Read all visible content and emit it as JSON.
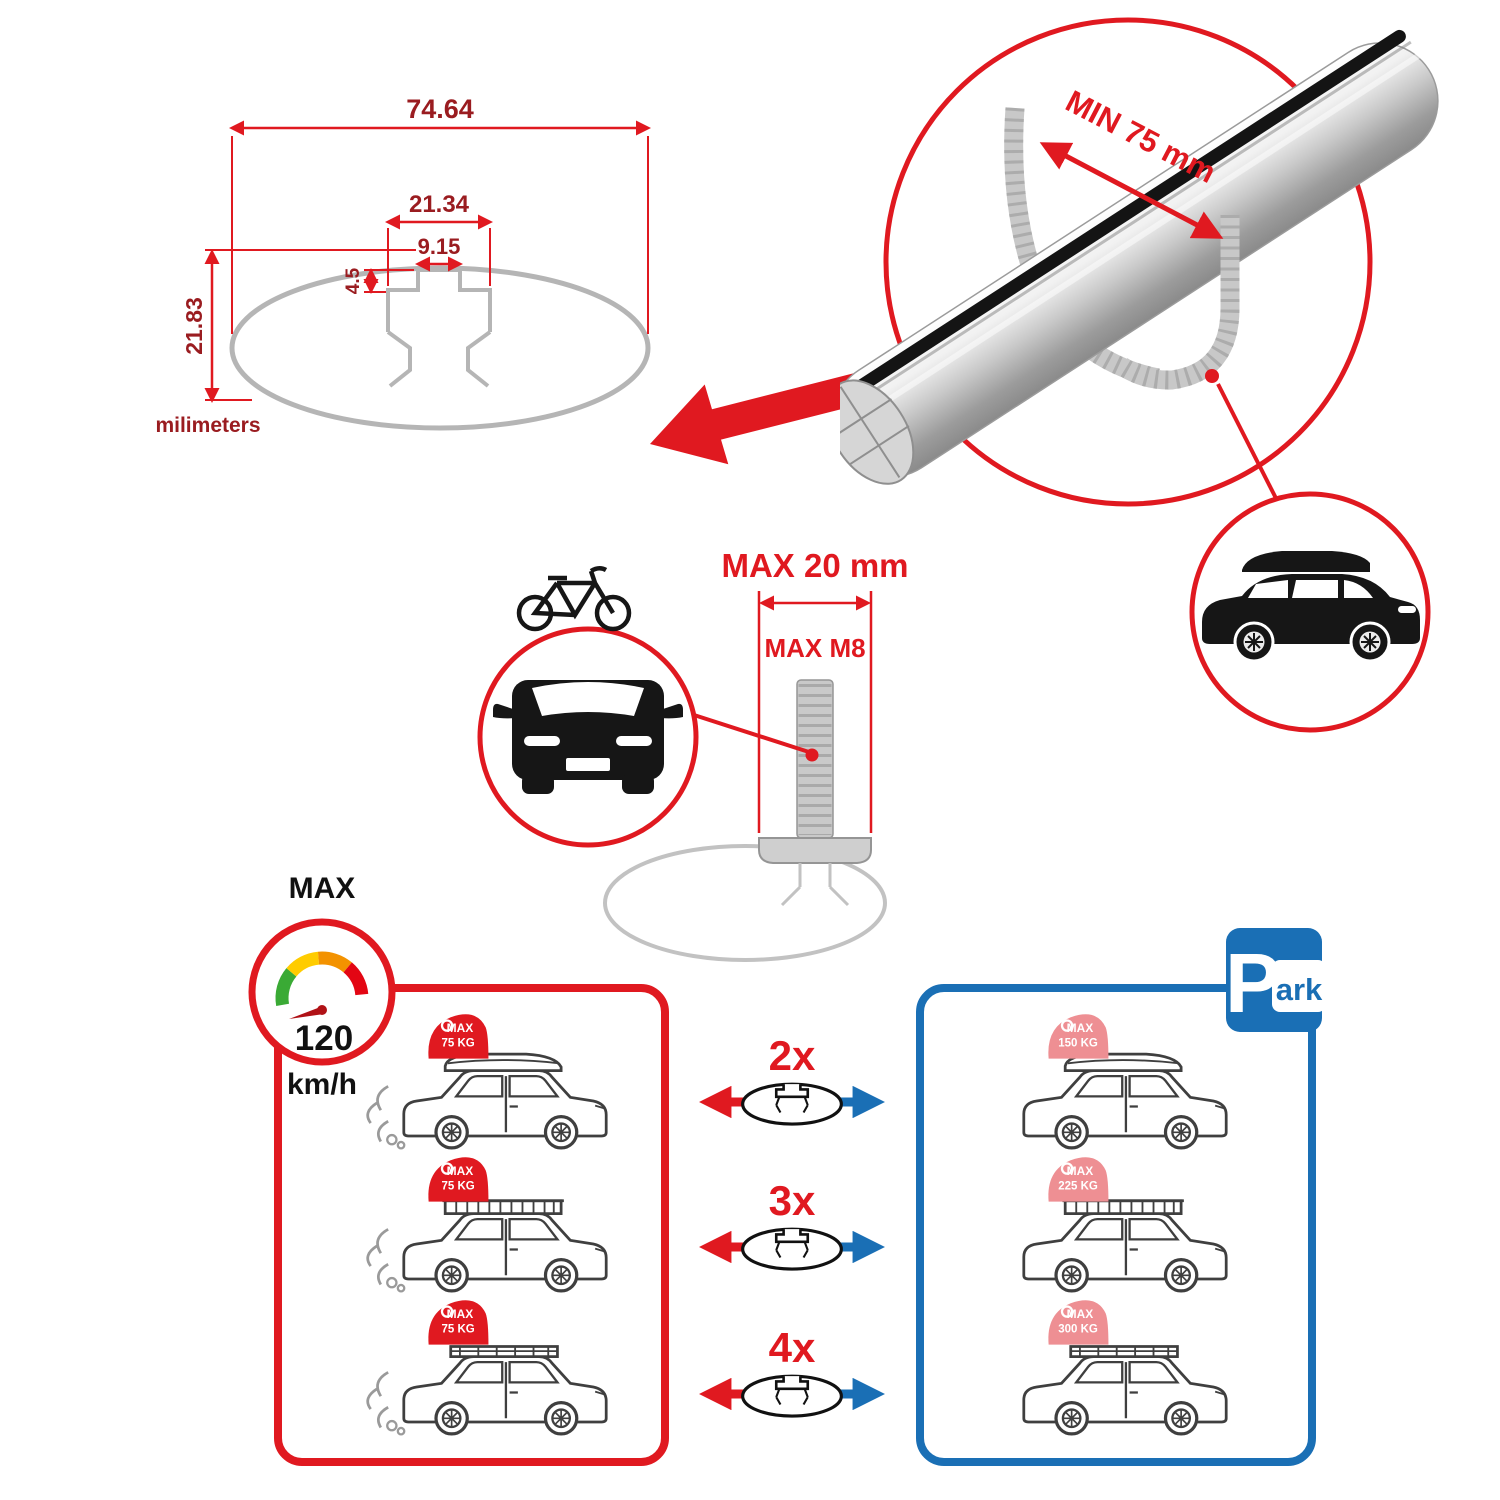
{
  "colors": {
    "accent_red": "#e01920",
    "dim_text_red": "#9a1c20",
    "accent_blue": "#1a6fb5",
    "profile_gray": "#b5b5b5",
    "outline_dark": "#3f3f3f",
    "light_tag_red": "#ee8f93"
  },
  "profile_diagram": {
    "total_width_mm": "74.64",
    "channel_width_mm": "21.34",
    "slot_width_mm": "9.15",
    "lip_depth_mm": "4.5",
    "total_height_mm": "21.83",
    "units_label": "milimeters"
  },
  "crossbar_detail": {
    "min_span_label": "MIN 75 mm"
  },
  "mounting_bolt": {
    "max_width_label": "MAX 20 mm",
    "max_thread_label": "MAX M8"
  },
  "speed_gauge": {
    "max_label": "MAX",
    "value": "120",
    "units": "km/h"
  },
  "parking_sign": {
    "p": "P",
    "ark": "ark"
  },
  "driving_panel": {
    "cars": [
      {
        "tag_max": "MAX",
        "tag_load": "75 KG"
      },
      {
        "tag_max": "MAX",
        "tag_load": "75 KG"
      },
      {
        "tag_max": "MAX",
        "tag_load": "75 KG"
      }
    ]
  },
  "parking_panel": {
    "cars": [
      {
        "tag_max": "MAX",
        "tag_load": "150 KG"
      },
      {
        "tag_max": "MAX",
        "tag_load": "225 KG"
      },
      {
        "tag_max": "MAX",
        "tag_load": "300 KG"
      }
    ]
  },
  "bar_multipliers": [
    {
      "label": "2x"
    },
    {
      "label": "3x"
    },
    {
      "label": "4x"
    }
  ]
}
